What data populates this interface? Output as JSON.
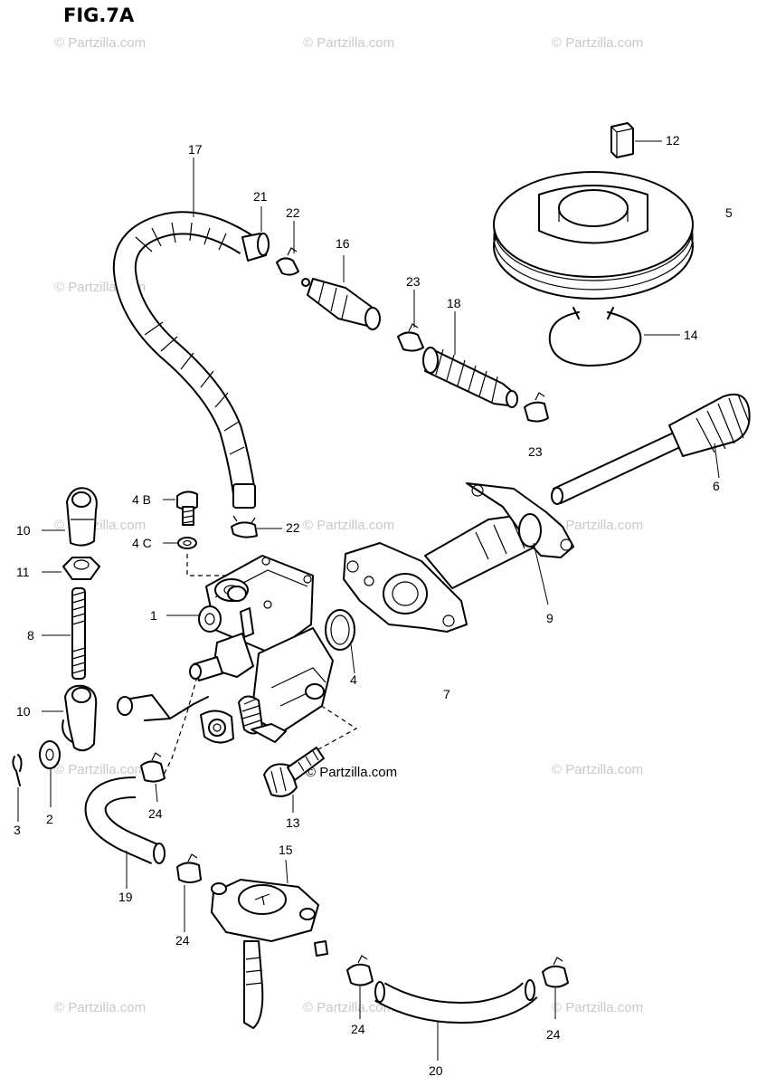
{
  "figure": {
    "title": "FIG.7A"
  },
  "watermark": {
    "text": "© Partzilla.com"
  },
  "labels": {
    "l1": "1",
    "l2": "2",
    "l3": "3",
    "l4b": "4 B",
    "l4c": "4 C",
    "l4": "4",
    "l5": "5",
    "l6": "6",
    "l7": "7",
    "l8": "8",
    "l9": "9",
    "l10a": "10",
    "l10b": "10",
    "l11": "11",
    "l12": "12",
    "l13": "13",
    "l14": "14",
    "l15": "15",
    "l16": "16",
    "l17": "17",
    "l18": "18",
    "l19": "19",
    "l20": "20",
    "l21": "21",
    "l22a": "22",
    "l22b": "22",
    "l23a": "23",
    "l23b": "23",
    "l24a": "24",
    "l24b": "24",
    "l24c": "24",
    "l24d": "24"
  }
}
